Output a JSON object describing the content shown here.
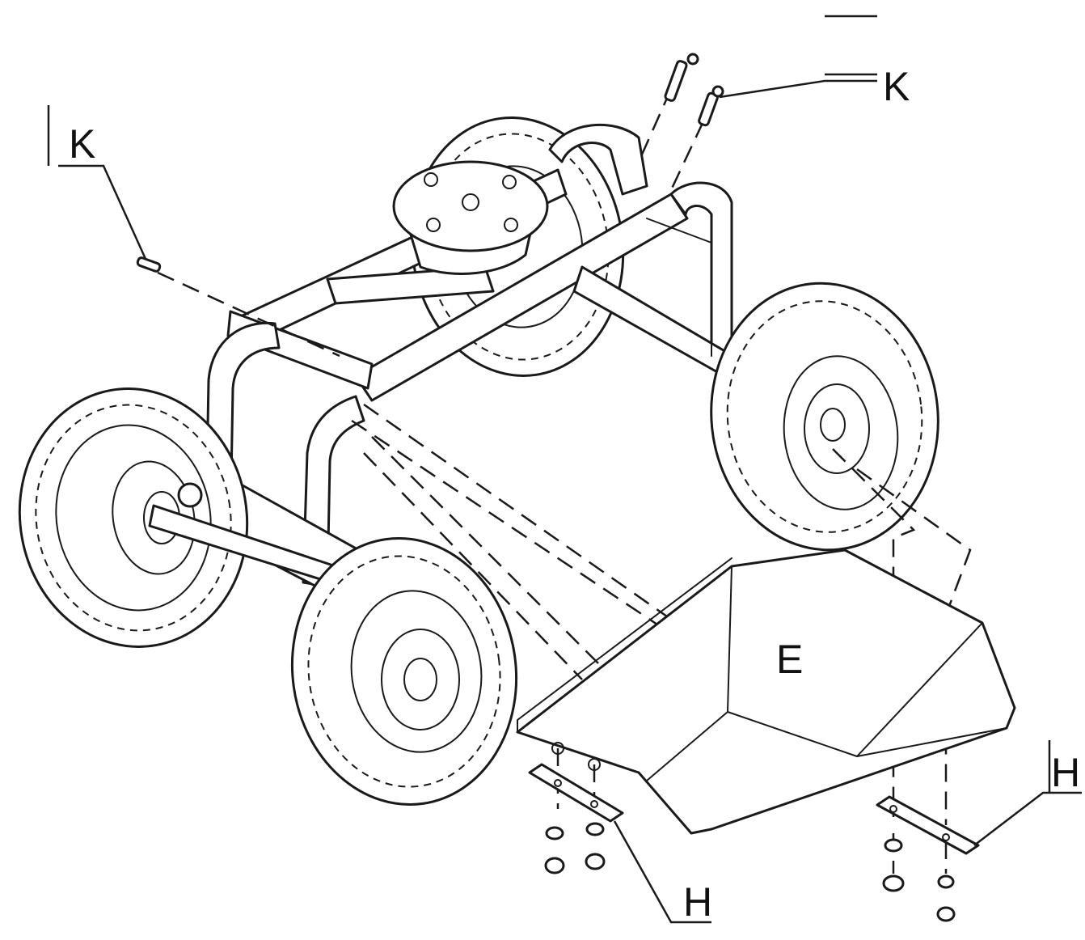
{
  "labels": {
    "k_left": "K",
    "k_top": "K",
    "e_tray": "E",
    "h_bottom": "H",
    "h_right": "H"
  }
}
